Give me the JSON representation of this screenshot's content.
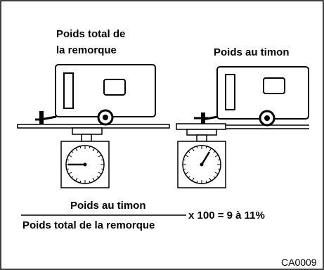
{
  "labels": {
    "total_line1": "Poids total de",
    "total_line2": "la remorque",
    "tongue": "Poids au timon"
  },
  "formula": {
    "numerator": "Poids au timon",
    "denominator": "Poids total de la remorque",
    "result": "x 100 = 9 à 11%"
  },
  "figure_code": "CA0009"
}
